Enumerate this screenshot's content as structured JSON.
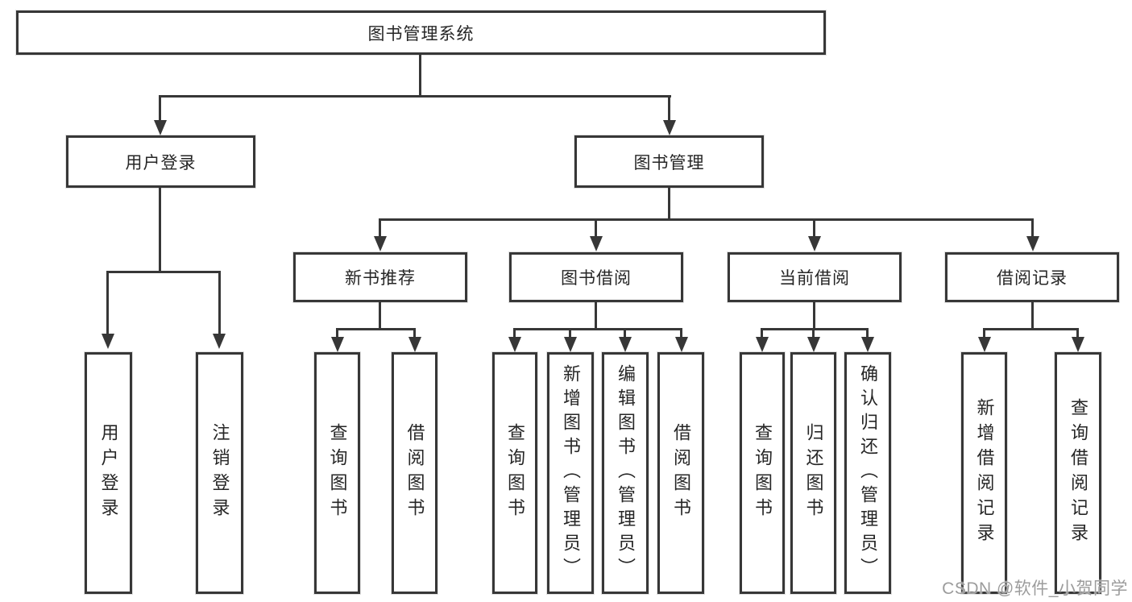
{
  "diagram": {
    "tree": {
      "root": {
        "label": "图书管理系统",
        "children": [
          {
            "label": "用户登录",
            "children": [
              {
                "label": "用户登录"
              },
              {
                "label": "注销登录"
              }
            ]
          },
          {
            "label": "图书管理",
            "children": [
              {
                "label": "新书推荐",
                "children": [
                  {
                    "label": "查询图书"
                  },
                  {
                    "label": "借阅图书"
                  }
                ]
              },
              {
                "label": "图书借阅",
                "children": [
                  {
                    "label": "查询图书"
                  },
                  {
                    "label": "新增图书（管理员）"
                  },
                  {
                    "label": "编辑图书（管理员）"
                  },
                  {
                    "label": "借阅图书"
                  }
                ]
              },
              {
                "label": "当前借阅",
                "children": [
                  {
                    "label": "查询图书"
                  },
                  {
                    "label": "归还图书"
                  },
                  {
                    "label": "确认归还（管理员）"
                  }
                ]
              },
              {
                "label": "借阅记录",
                "children": [
                  {
                    "label": "新增借阅记录"
                  },
                  {
                    "label": "查询借阅记录"
                  }
                ]
              }
            ]
          }
        ]
      }
    },
    "colors": {
      "line": "#373737",
      "text": "#262626",
      "background": "#ffffff",
      "watermark": "#9c9c9c"
    }
  },
  "watermark": {
    "text": "CSDN @软件_小贺同学"
  }
}
